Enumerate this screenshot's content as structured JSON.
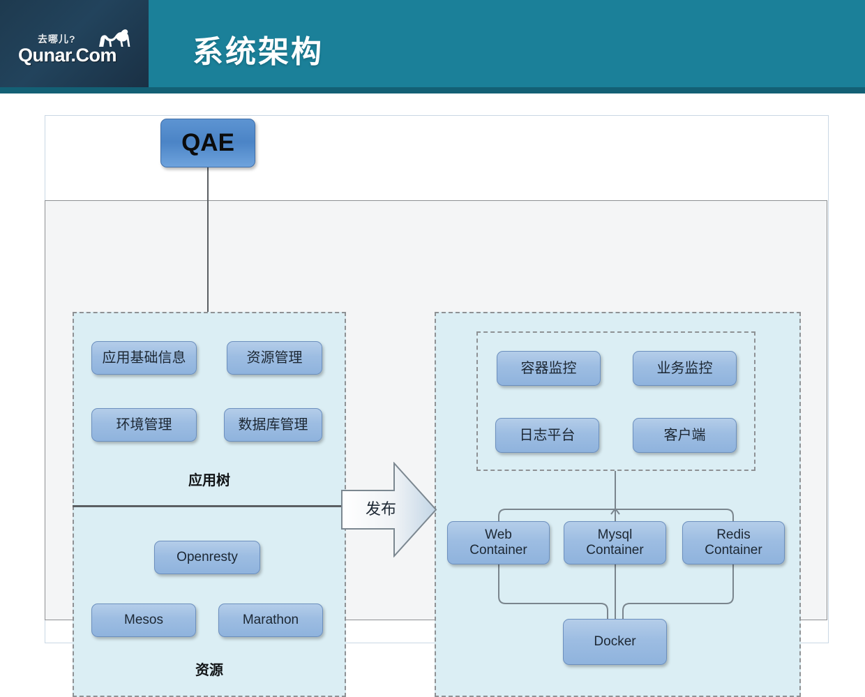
{
  "header": {
    "logo": {
      "cn_text": "去哪儿?",
      "en_text": "Qunar.Com",
      "icon": "camel-icon"
    },
    "title": "系统架构",
    "colors": {
      "teal": "#1b8099",
      "teal_dark": "#136075",
      "logo_navy": "#22435c"
    }
  },
  "diagram": {
    "root_node": {
      "label": "QAE"
    },
    "left_panel": {
      "caption_top": "应用树",
      "caption_bottom": "资源",
      "top_nodes": [
        {
          "label": "应用基础信息"
        },
        {
          "label": "资源管理"
        },
        {
          "label": "环境管理"
        },
        {
          "label": "数据库管理"
        }
      ],
      "bottom_nodes": [
        {
          "label": "Openresty"
        },
        {
          "label": "Mesos"
        },
        {
          "label": "Marathon"
        }
      ]
    },
    "arrow": {
      "label": "发布"
    },
    "right_panel": {
      "monitor_nodes": [
        {
          "label": "容器监控"
        },
        {
          "label": "业务监控"
        },
        {
          "label": "日志平台"
        },
        {
          "label": "客户端"
        }
      ],
      "container_nodes": [
        {
          "line1": "Web",
          "line2": "Container"
        },
        {
          "line1": "Mysql",
          "line2": "Container"
        },
        {
          "line1": "Redis",
          "line2": "Container"
        }
      ],
      "runtime_node": {
        "label": "Docker"
      }
    },
    "colors": {
      "panel_fill": "#dbeef4",
      "panel_border": "#8e9194",
      "node_fill": "#9dbde2",
      "node_border": "#6b8fbe",
      "root_fill": "#4b84c6",
      "connector": "#5a5e62"
    }
  }
}
